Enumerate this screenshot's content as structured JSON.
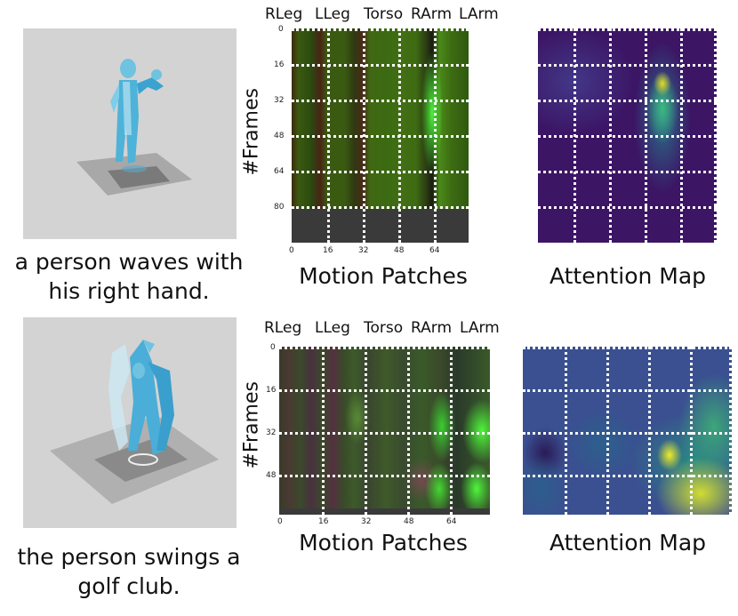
{
  "examples": [
    {
      "caption": "a person waves with his right hand.",
      "parts": [
        "RLeg",
        "LLeg",
        "Torso",
        "RArm",
        "LArm"
      ],
      "y_axis_title": "#Frames",
      "y_ticks": [
        "0",
        "16",
        "32",
        "48",
        "64",
        "80"
      ],
      "x_ticks": [
        "0",
        "16",
        "32",
        "48",
        "64"
      ],
      "motion_label": "Motion Patches",
      "attention_label": "Attention Map"
    },
    {
      "caption": "the person swings a golf club.",
      "parts": [
        "RLeg",
        "LLeg",
        "Torso",
        "RArm",
        "LArm"
      ],
      "y_axis_title": "#Frames",
      "y_ticks": [
        "0",
        "16",
        "32",
        "48"
      ],
      "x_ticks": [
        "0",
        "16",
        "32",
        "48",
        "64"
      ],
      "motion_label": "Motion Patches",
      "attention_label": "Attention Map"
    }
  ]
}
